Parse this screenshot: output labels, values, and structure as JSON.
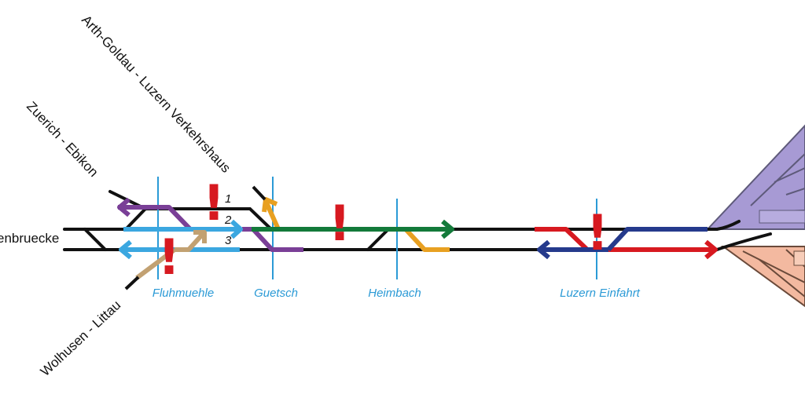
{
  "lines": {
    "arth_goldau": "Arth-Goldau - Luzern Verkehrshaus",
    "zuerich": "Zuerich - Ebikon",
    "wolhusen": "Wolhusen - Littau",
    "left_edge": "enbruecke"
  },
  "stations": [
    {
      "label": "Fluhmuehle"
    },
    {
      "label": "Guetsch"
    },
    {
      "label": "Heimbach"
    },
    {
      "label": "Luzern Einfahrt"
    }
  ],
  "tracks": [
    "1",
    "2",
    "3"
  ],
  "warning_symbol": "!",
  "colors": {
    "track": "#111111",
    "station_line": "#2b9ad6",
    "purple": "#7a3f97",
    "light_blue": "#3ba7e0",
    "tan": "#c2a172",
    "orange": "#e8a021",
    "green": "#137a3a",
    "red": "#d71920",
    "navy": "#253a8c",
    "platform_purple": "#a79ad4",
    "platform_salmon": "#f3b9a0",
    "warning": "#d71920"
  }
}
